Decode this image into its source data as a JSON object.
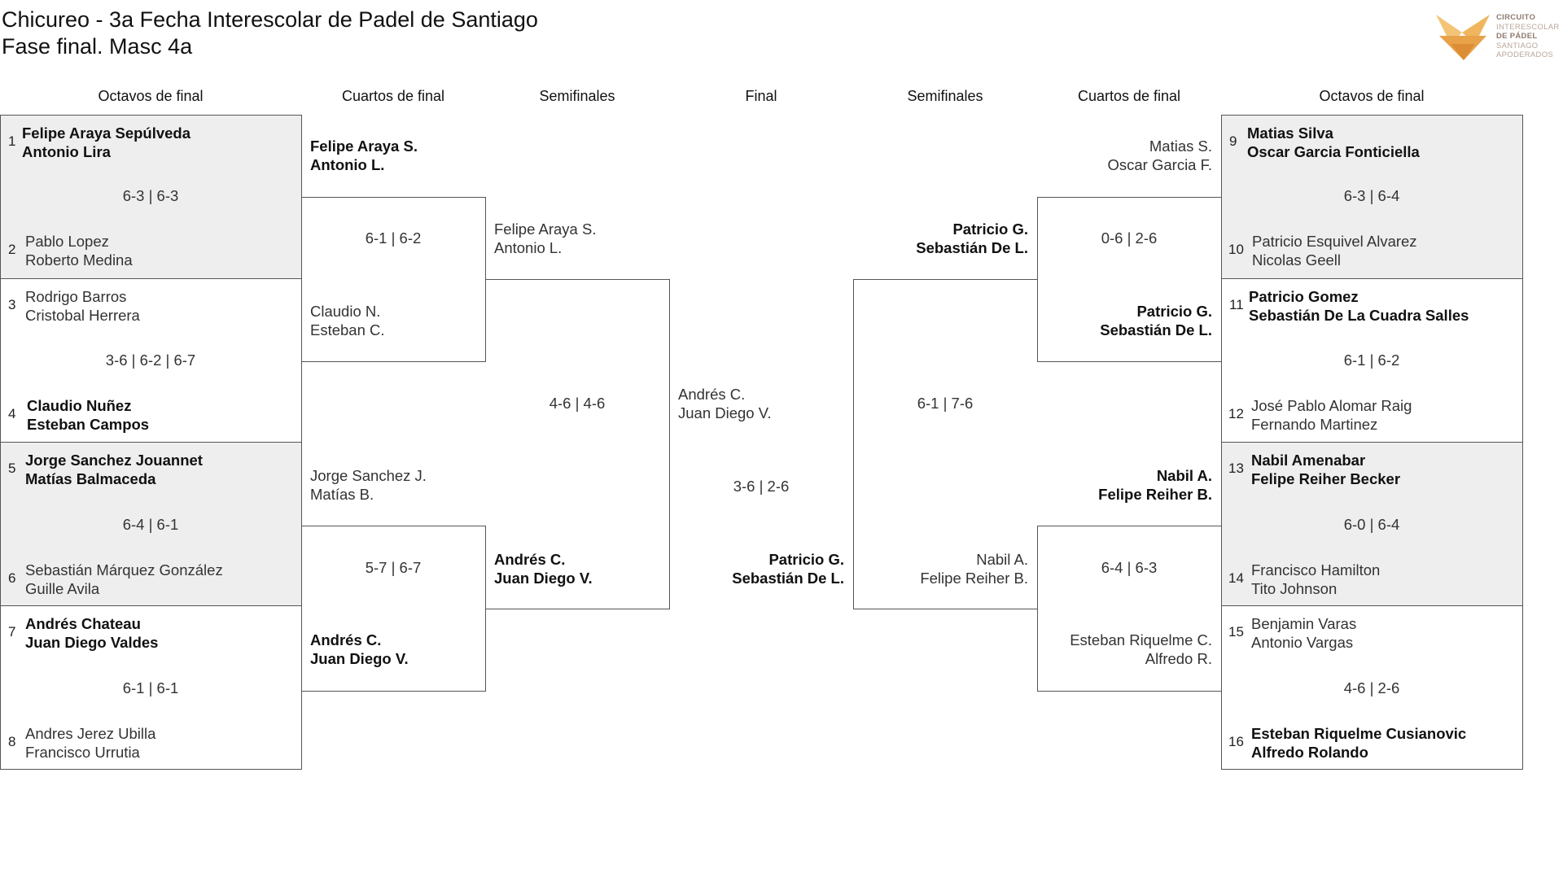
{
  "title": {
    "line1": "Chicureo - 3a Fecha Interescolar de Padel de Santiago",
    "line2": "Fase final. Masc 4a"
  },
  "logo": {
    "line1": "CIRCUITO",
    "line2": "INTERESCOLAR",
    "line3": "DE PÁDEL",
    "line4": "SANTIAGO",
    "line5": "APODERADOS",
    "colors": {
      "primary": "#e59a3c",
      "light": "#f5c978"
    }
  },
  "headers": {
    "left_r16": "Octavos de final",
    "left_qf": "Cuartos de final",
    "left_sf": "Semifinales",
    "final": "Final",
    "right_sf": "Semifinales",
    "right_qf": "Cuartos de final",
    "right_r16": "Octavos de final"
  },
  "left_r16": [
    {
      "top": {
        "seed": "1",
        "p1": "Felipe Araya Sepúlveda",
        "p2": "Antonio Lira"
      },
      "score": "6-3 | 6-3",
      "bottom": {
        "seed": "2",
        "p1": "Pablo Lopez",
        "p2": "Roberto Medina"
      }
    },
    {
      "top": {
        "seed": "3",
        "p1": "Rodrigo Barros",
        "p2": "Cristobal Herrera"
      },
      "score": "3-6 | 6-2 | 6-7",
      "bottom": {
        "seed": "4",
        "p1": "Claudio Nuñez",
        "p2": "Esteban Campos"
      }
    },
    {
      "top": {
        "seed": "5",
        "p1": "Jorge Sanchez Jouannet",
        "p2": "Matías Balmaceda"
      },
      "score": "6-4 | 6-1",
      "bottom": {
        "seed": "6",
        "p1": "Sebastián Márquez González",
        "p2": "Guille Avila"
      }
    },
    {
      "top": {
        "seed": "7",
        "p1": "Andrés Chateau",
        "p2": "Juan Diego Valdes"
      },
      "score": "6-1 | 6-1",
      "bottom": {
        "seed": "8",
        "p1": "Andres Jerez Ubilla",
        "p2": "Francisco Urrutia"
      }
    }
  ],
  "left_qf": [
    {
      "top": {
        "p1": "Felipe Araya S.",
        "p2": "Antonio L."
      },
      "score": "6-1 | 6-2",
      "bottom": {
        "p1": "Claudio N.",
        "p2": "Esteban C."
      }
    },
    {
      "top": {
        "p1": "Jorge Sanchez J.",
        "p2": "Matías B."
      },
      "score": "5-7 | 6-7",
      "bottom": {
        "p1": "Andrés C.",
        "p2": "Juan Diego V."
      }
    }
  ],
  "left_sf": {
    "top": {
      "p1": "Felipe Araya S.",
      "p2": "Antonio L."
    },
    "score": "4-6 | 4-6",
    "bottom": {
      "p1": "Andrés C.",
      "p2": "Juan Diego V."
    }
  },
  "final": {
    "top": {
      "p1": "Andrés C.",
      "p2": "Juan Diego V."
    },
    "score": "3-6 | 2-6",
    "bottom": {
      "p1": "Patricio G.",
      "p2": "Sebastián De L."
    }
  },
  "right_sf": {
    "top": {
      "p1": "Patricio G.",
      "p2": "Sebastián De L."
    },
    "score": "6-1 | 7-6",
    "bottom": {
      "p1": "Nabil A.",
      "p2": "Felipe Reiher B."
    }
  },
  "right_qf": [
    {
      "top": {
        "p1": "Matias S.",
        "p2": "Oscar Garcia F."
      },
      "score": "0-6 | 2-6",
      "bottom": {
        "p1": "Patricio G.",
        "p2": "Sebastián De L."
      }
    },
    {
      "top": {
        "p1": "Nabil A.",
        "p2": "Felipe Reiher B."
      },
      "score": "6-4 | 6-3",
      "bottom": {
        "p1": "Esteban Riquelme C.",
        "p2": "Alfredo R."
      }
    }
  ],
  "right_r16": [
    {
      "top": {
        "seed": "9",
        "p1": "Matias Silva",
        "p2": "Oscar Garcia Fonticiella"
      },
      "score": "6-3 | 6-4",
      "bottom": {
        "seed": "10",
        "p1": "Patricio Esquivel Alvarez",
        "p2": "Nicolas Geell"
      }
    },
    {
      "top": {
        "seed": "11",
        "p1": "Patricio Gomez",
        "p2": "Sebastián De La Cuadra Salles"
      },
      "score": "6-1 | 6-2",
      "bottom": {
        "seed": "12",
        "p1": "José Pablo Alomar Raig",
        "p2": "Fernando Martinez"
      }
    },
    {
      "top": {
        "seed": "13",
        "p1": "Nabil Amenabar",
        "p2": "Felipe Reiher Becker"
      },
      "score": "6-0 | 6-4",
      "bottom": {
        "seed": "14",
        "p1": "Francisco Hamilton",
        "p2": "Tito Johnson"
      }
    },
    {
      "top": {
        "seed": "15",
        "p1": "Benjamin Varas",
        "p2": "Antonio Vargas"
      },
      "score": "4-6 | 2-6",
      "bottom": {
        "seed": "16",
        "p1": "Esteban Riquelme Cusianovic",
        "p2": "Alfredo Rolando"
      }
    }
  ]
}
